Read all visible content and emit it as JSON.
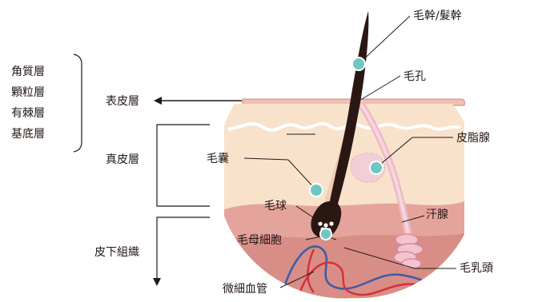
{
  "epidermis_sublayers": [
    "角質層",
    "顆粒層",
    "有棘層",
    "基底層"
  ],
  "layers": {
    "epidermis": "表皮層",
    "dermis": "真皮層",
    "subcutaneous": "皮下組織"
  },
  "structures": {
    "hair_shaft": "毛幹/髮幹",
    "pore": "毛孔",
    "follicle": "毛囊",
    "sebaceous_gland": "皮脂腺",
    "hair_bulb": "毛球",
    "sweat_gland": "汗腺",
    "matrix_cells": "毛母細胞",
    "dermal_papilla": "毛乳頭",
    "capillaries": "微細血管"
  },
  "colors": {
    "epidermis": "#f2bfb3",
    "dermis": "#f8e2cb",
    "subcutaneous": "#e4a49c",
    "hair": "#2a1714",
    "marker": "#6fc7c4",
    "sebaceous": "#f2cfd8",
    "artery": "#d6303a",
    "vein": "#3a5ca8"
  }
}
